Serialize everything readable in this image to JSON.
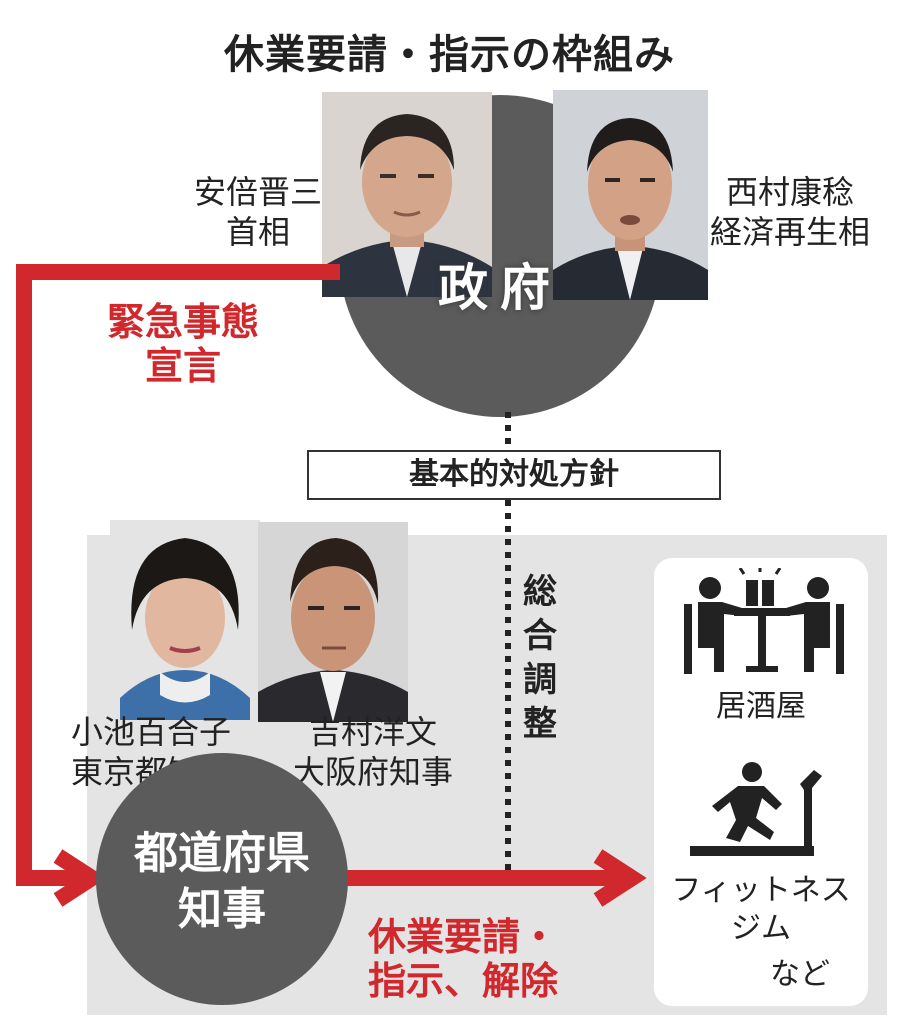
{
  "title": "休業要請・指示の枠組み",
  "government": {
    "label": "政府",
    "pm": {
      "name": "安倍晋三",
      "role": "首相"
    },
    "minister": {
      "name": "西村康稔",
      "role": "経済再生相"
    }
  },
  "emergency": {
    "line1": "緊急事態",
    "line2": "宣言"
  },
  "policy": "基本的対処方針",
  "coordination": [
    "総",
    "合",
    "調",
    "整"
  ],
  "prefecture": {
    "line1": "都道府県",
    "line2": "知事",
    "tokyo": {
      "name": "小池百合子",
      "role": "東京都知事"
    },
    "osaka": {
      "name": "吉村洋文",
      "role": "大阪府知事"
    }
  },
  "closure": {
    "line1": "休業要請・",
    "line2": "指示、解除"
  },
  "venues": {
    "izakaya": "居酒屋",
    "fitness_line1": "フィットネス",
    "fitness_line2": "ジム",
    "etc": "など"
  },
  "colors": {
    "accent": "#d0282c",
    "circle": "#5b5b5b",
    "panel": "#e4e4e4"
  }
}
